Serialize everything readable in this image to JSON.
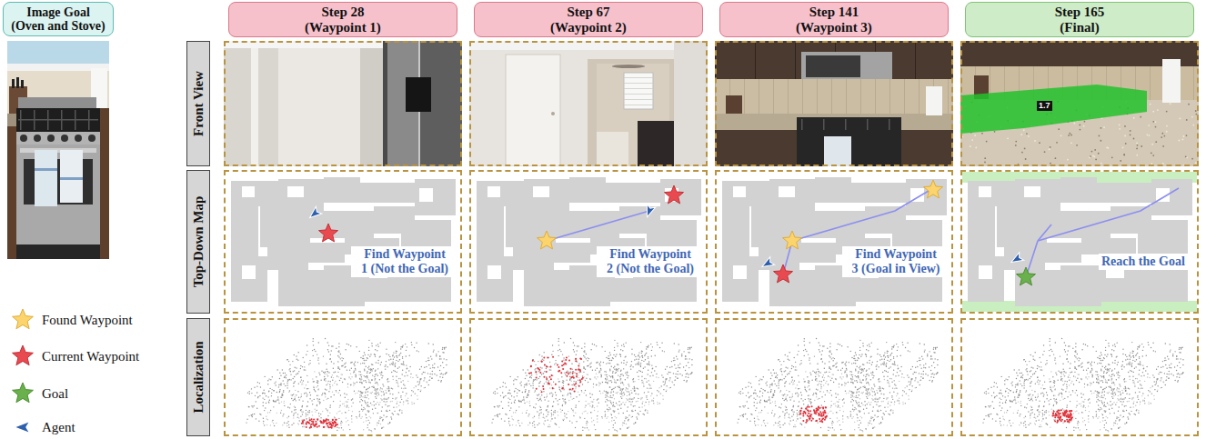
{
  "diagram": {
    "nodes": [
      {
        "text": [
          "Image Goal (Oven and Stove)"
        ]
      },
      {
        "text": [
          "Step 28 (Waypoint 1)"
        ]
      },
      {
        "text": [
          "Step 67 (Waypoint 2)"
        ]
      },
      {
        "text": [
          "Step 141 (Waypoint 3)"
        ]
      },
      {
        "text": [
          "Step 165 (Final)"
        ]
      },
      {
        "text": [
          "Front View"
        ]
      },
      {
        "text": [
          "Top-Down Map"
        ]
      },
      {
        "text": [
          "Localization"
        ]
      },
      {
        "text": [
          "Find Waypoint 1 (Not the Goal)"
        ]
      },
      {
        "text": [
          "Find Waypoint 2 (Not the Goal)"
        ]
      },
      {
        "text": [
          "Find Waypoint 3 (Goal in View)"
        ]
      },
      {
        "text": [
          "Reach the Goal"
        ]
      }
    ],
    "labels": [
      "1.7"
    ],
    "legend": [
      {
        "text": "Found Waypoint"
      },
      {
        "text": "Current Waypoint"
      },
      {
        "text": "Goal"
      },
      {
        "text": "Agent"
      }
    ]
  }
}
